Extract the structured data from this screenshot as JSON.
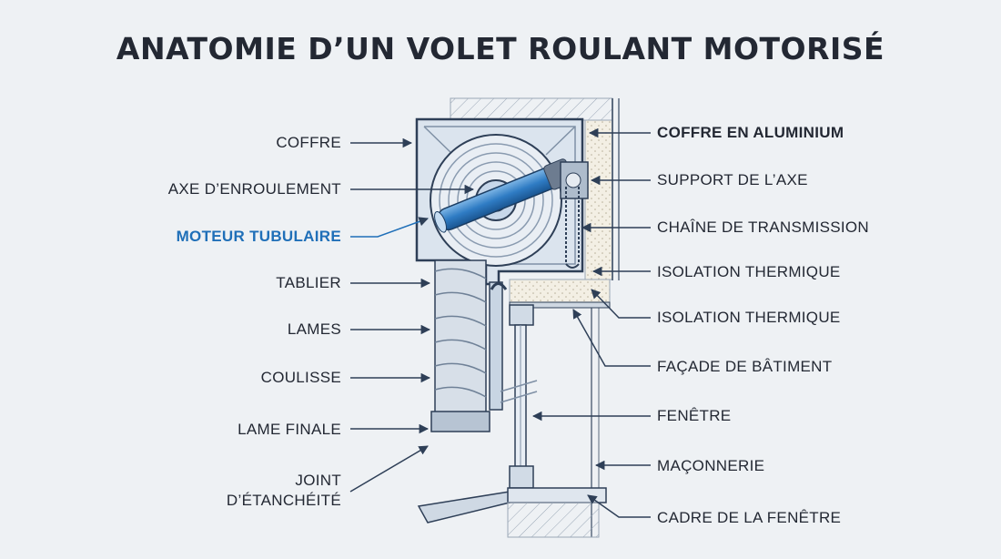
{
  "title": "ANATOMIE D’UN VOLET ROULANT MOTORISÉ",
  "colors": {
    "accent": "#1f6fb8",
    "line": "#2e3f57",
    "steel": "#c8d5e3",
    "background": "#eef1f4"
  },
  "labels_left": [
    {
      "text": "COFFRE"
    },
    {
      "text": "AXE D’ENROULEMENT"
    },
    {
      "text": "MOTEUR TUBULAIRE",
      "highlight": true
    },
    {
      "text": "TABLIER"
    },
    {
      "text": "LAMES"
    },
    {
      "text": "COULISSE"
    },
    {
      "text": "LAME FINALE"
    },
    {
      "text": "JOINT"
    },
    {
      "text": "D’ÉTANCHÉITÉ"
    }
  ],
  "labels_right": [
    {
      "text": "COFFRE EN ALUMINIUM",
      "bold": true
    },
    {
      "text": "SUPPORT DE L’AXE"
    },
    {
      "text": "CHAÎNE DE TRANSMISSION"
    },
    {
      "text": "ISOLATION THERMIQUE"
    },
    {
      "text": "ISOLATION THERMIQUE"
    },
    {
      "text": "FAÇADE DE BÂTIMENT"
    },
    {
      "text": "FENÊTRE"
    },
    {
      "text": "MAÇONNERIE"
    },
    {
      "text": "CADRE DE LA FENÊTRE"
    }
  ]
}
